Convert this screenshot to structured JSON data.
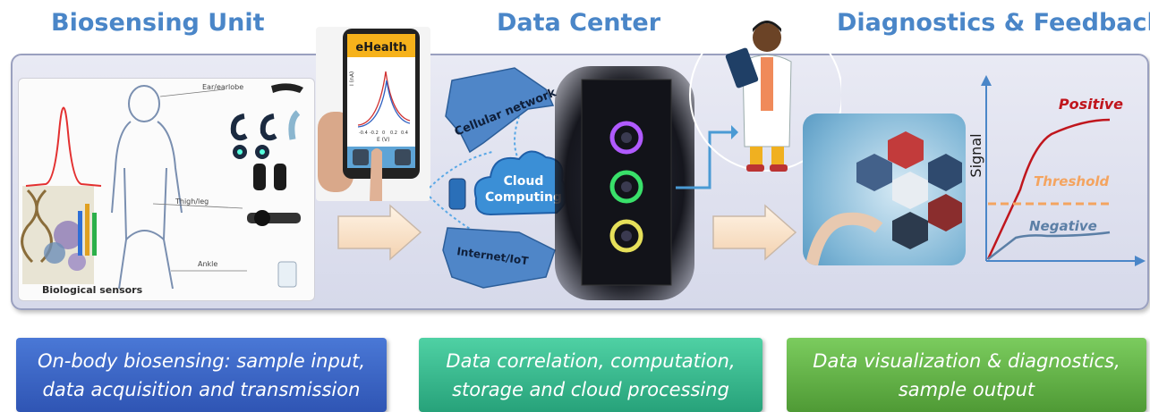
{
  "titles": {
    "biosensing": "Biosensing Unit",
    "data_center": "Data Center",
    "diagnostics": "Diagnostics & Feedback"
  },
  "biosensing": {
    "sensor_caption": "Biological sensors",
    "body_labels": {
      "ear": "Ear/earlobe",
      "thigh": "Thigh/leg",
      "ankle": "Ankle"
    },
    "phone_app": "eHealth",
    "plot_axis_y": "I (nA)",
    "plot_axis_x": "E (V)",
    "plot_ticks_x": [
      "-0.4",
      "-0.2",
      "0",
      "0.2",
      "0.4"
    ]
  },
  "data_center": {
    "cellular": "Cellular network",
    "cloud": "Cloud Computing",
    "internet": "Internet/IoT"
  },
  "diagnostics": {
    "signal_axis": "Signal",
    "positive": "Positive",
    "threshold": "Threshold",
    "negative": "Negative"
  },
  "boxes": {
    "biosensing": "On-body biosensing: sample input, data acquisition and transmission",
    "data_center": "Data correlation, computation, storage and cloud processing",
    "diagnostics": "Data visualization & diagnostics, sample output"
  },
  "colors": {
    "title": "#4a86c8",
    "positive": "#c0161d",
    "threshold": "#f4a460",
    "negative": "#5b7fa6",
    "cloud": "#3b8fd6",
    "network_shape": "#4f86c8"
  }
}
